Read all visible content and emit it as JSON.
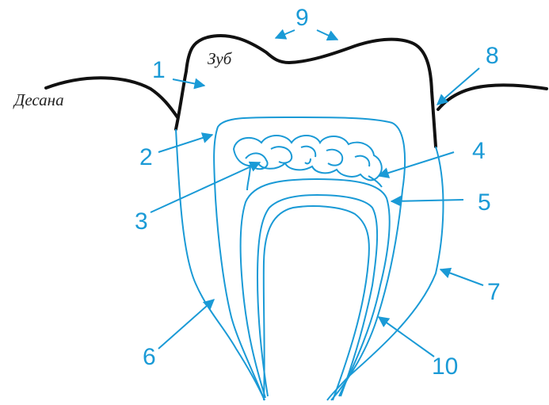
{
  "text_labels": {
    "gum": "Десана",
    "tooth": "Зуб"
  },
  "callouts": [
    "1",
    "2",
    "3",
    "4",
    "5",
    "6",
    "7",
    "8",
    "9",
    "10"
  ],
  "colors": {
    "line_blue": "#1a9ad6",
    "outline_black": "#111111",
    "text": "#222222",
    "background": "#ffffff"
  }
}
